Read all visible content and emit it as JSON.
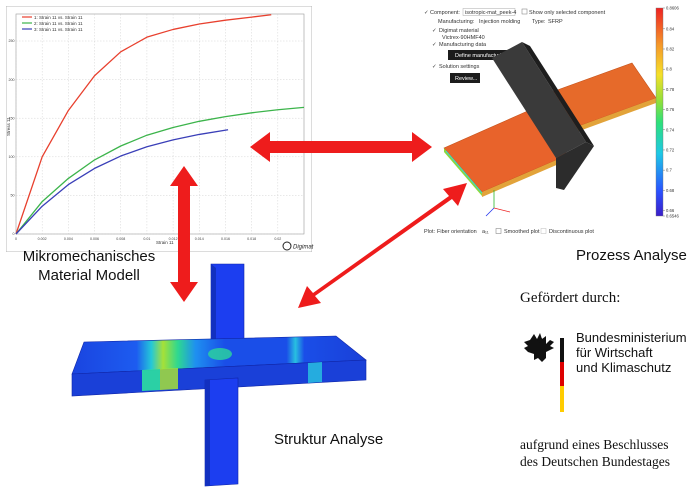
{
  "chart": {
    "legend": [
      "1: Strain 11 vs. Strain 11",
      "2: Strain 11 vs. Strain 11",
      "3: Strain 11 vs. Strain 11"
    ],
    "xlabel": "Strain 11",
    "ylabel": "Stress 11",
    "logo_text": "Digimat"
  },
  "chart_data": {
    "type": "line",
    "xlabel": "Strain 11",
    "ylabel": "Stress 11",
    "x_ticks": [
      "0",
      "0.002",
      "0.004",
      "0.006",
      "0.008",
      "0.01",
      "0.012",
      "0.014",
      "0.016",
      "0.018",
      "0.02"
    ],
    "y_ticks": [
      "0",
      "50",
      "100",
      "150",
      "200",
      "250"
    ],
    "xlim": [
      0,
      0.022
    ],
    "ylim": [
      0,
      285
    ],
    "grid": true,
    "legend_position": "top-left",
    "series": [
      {
        "name": "1: Strain 11 vs. Strain 11",
        "color": "#e8402e",
        "x": [
          0,
          0.002,
          0.004,
          0.006,
          0.008,
          0.01,
          0.012,
          0.014,
          0.016,
          0.018,
          0.0195
        ],
        "y": [
          0,
          100,
          160,
          205,
          236,
          255,
          265,
          272,
          277,
          281,
          284
        ]
      },
      {
        "name": "2: Strain 11 vs. Strain 11",
        "color": "#3cb44b",
        "x": [
          0,
          0.002,
          0.004,
          0.006,
          0.008,
          0.01,
          0.012,
          0.014,
          0.016,
          0.018,
          0.02,
          0.022
        ],
        "y": [
          0,
          42,
          72,
          96,
          114,
          128,
          138,
          146,
          152,
          157,
          161,
          164
        ]
      },
      {
        "name": "3: Strain 11 vs. Strain 11",
        "color": "#3a3fb8",
        "x": [
          0,
          0.002,
          0.004,
          0.006,
          0.008,
          0.01,
          0.012,
          0.014,
          0.0162
        ],
        "y": [
          0,
          36,
          64,
          85,
          101,
          113,
          122,
          129,
          135
        ]
      }
    ]
  },
  "process": {
    "component_label": "Component:",
    "component_value": "isotropic-mat_peek-4",
    "show_selected": "Show only selected component",
    "manufacturing_label": "Manufacturing:",
    "manufacturing_value": "Injection molding",
    "type_label": "Type:",
    "type_value": "SFRP",
    "material_label": "Digimat material",
    "material_value": "Victrex-90HMF40",
    "data_label": "Manufacturing data",
    "define_button": "Define manufacturing data...",
    "solution_label": "Solution settings",
    "review_button": "Review...",
    "plot_label": "Plot:",
    "plot_value": "Fiber orientation",
    "a11_label": "a₁₁",
    "smoothed_label": "Smoothed plot",
    "discontinuous_label": "Discontinuous plot",
    "colorbar_ticks": [
      "0.8606",
      "0.84",
      "0.82",
      "0.8",
      "0.78",
      "0.76",
      "0.74",
      "0.72",
      "0.7",
      "0.68",
      "0.66",
      "0.6546"
    ],
    "colorbar_min": 0.6546,
    "colorbar_max": 0.8606
  },
  "labels": {
    "mikro_line1": "Mikromechanisches",
    "mikro_line2": "Material Modell",
    "prozess": "Prozess Analyse",
    "struktur": "Struktur Analyse"
  },
  "funding": {
    "funded_by": "Gefördert durch:",
    "ministry_line1": "Bundesministerium",
    "ministry_line2": "für Wirtschaft",
    "ministry_line3": "und Klimaschutz",
    "decision_line1": "aufgrund eines Beschlusses",
    "decision_line2": "des Deutschen Bundestages"
  },
  "colors": {
    "arrow_red": "#ee1c1c",
    "flag_black": "#111111",
    "flag_red": "#dd0000",
    "flag_gold": "#ffcc00"
  }
}
